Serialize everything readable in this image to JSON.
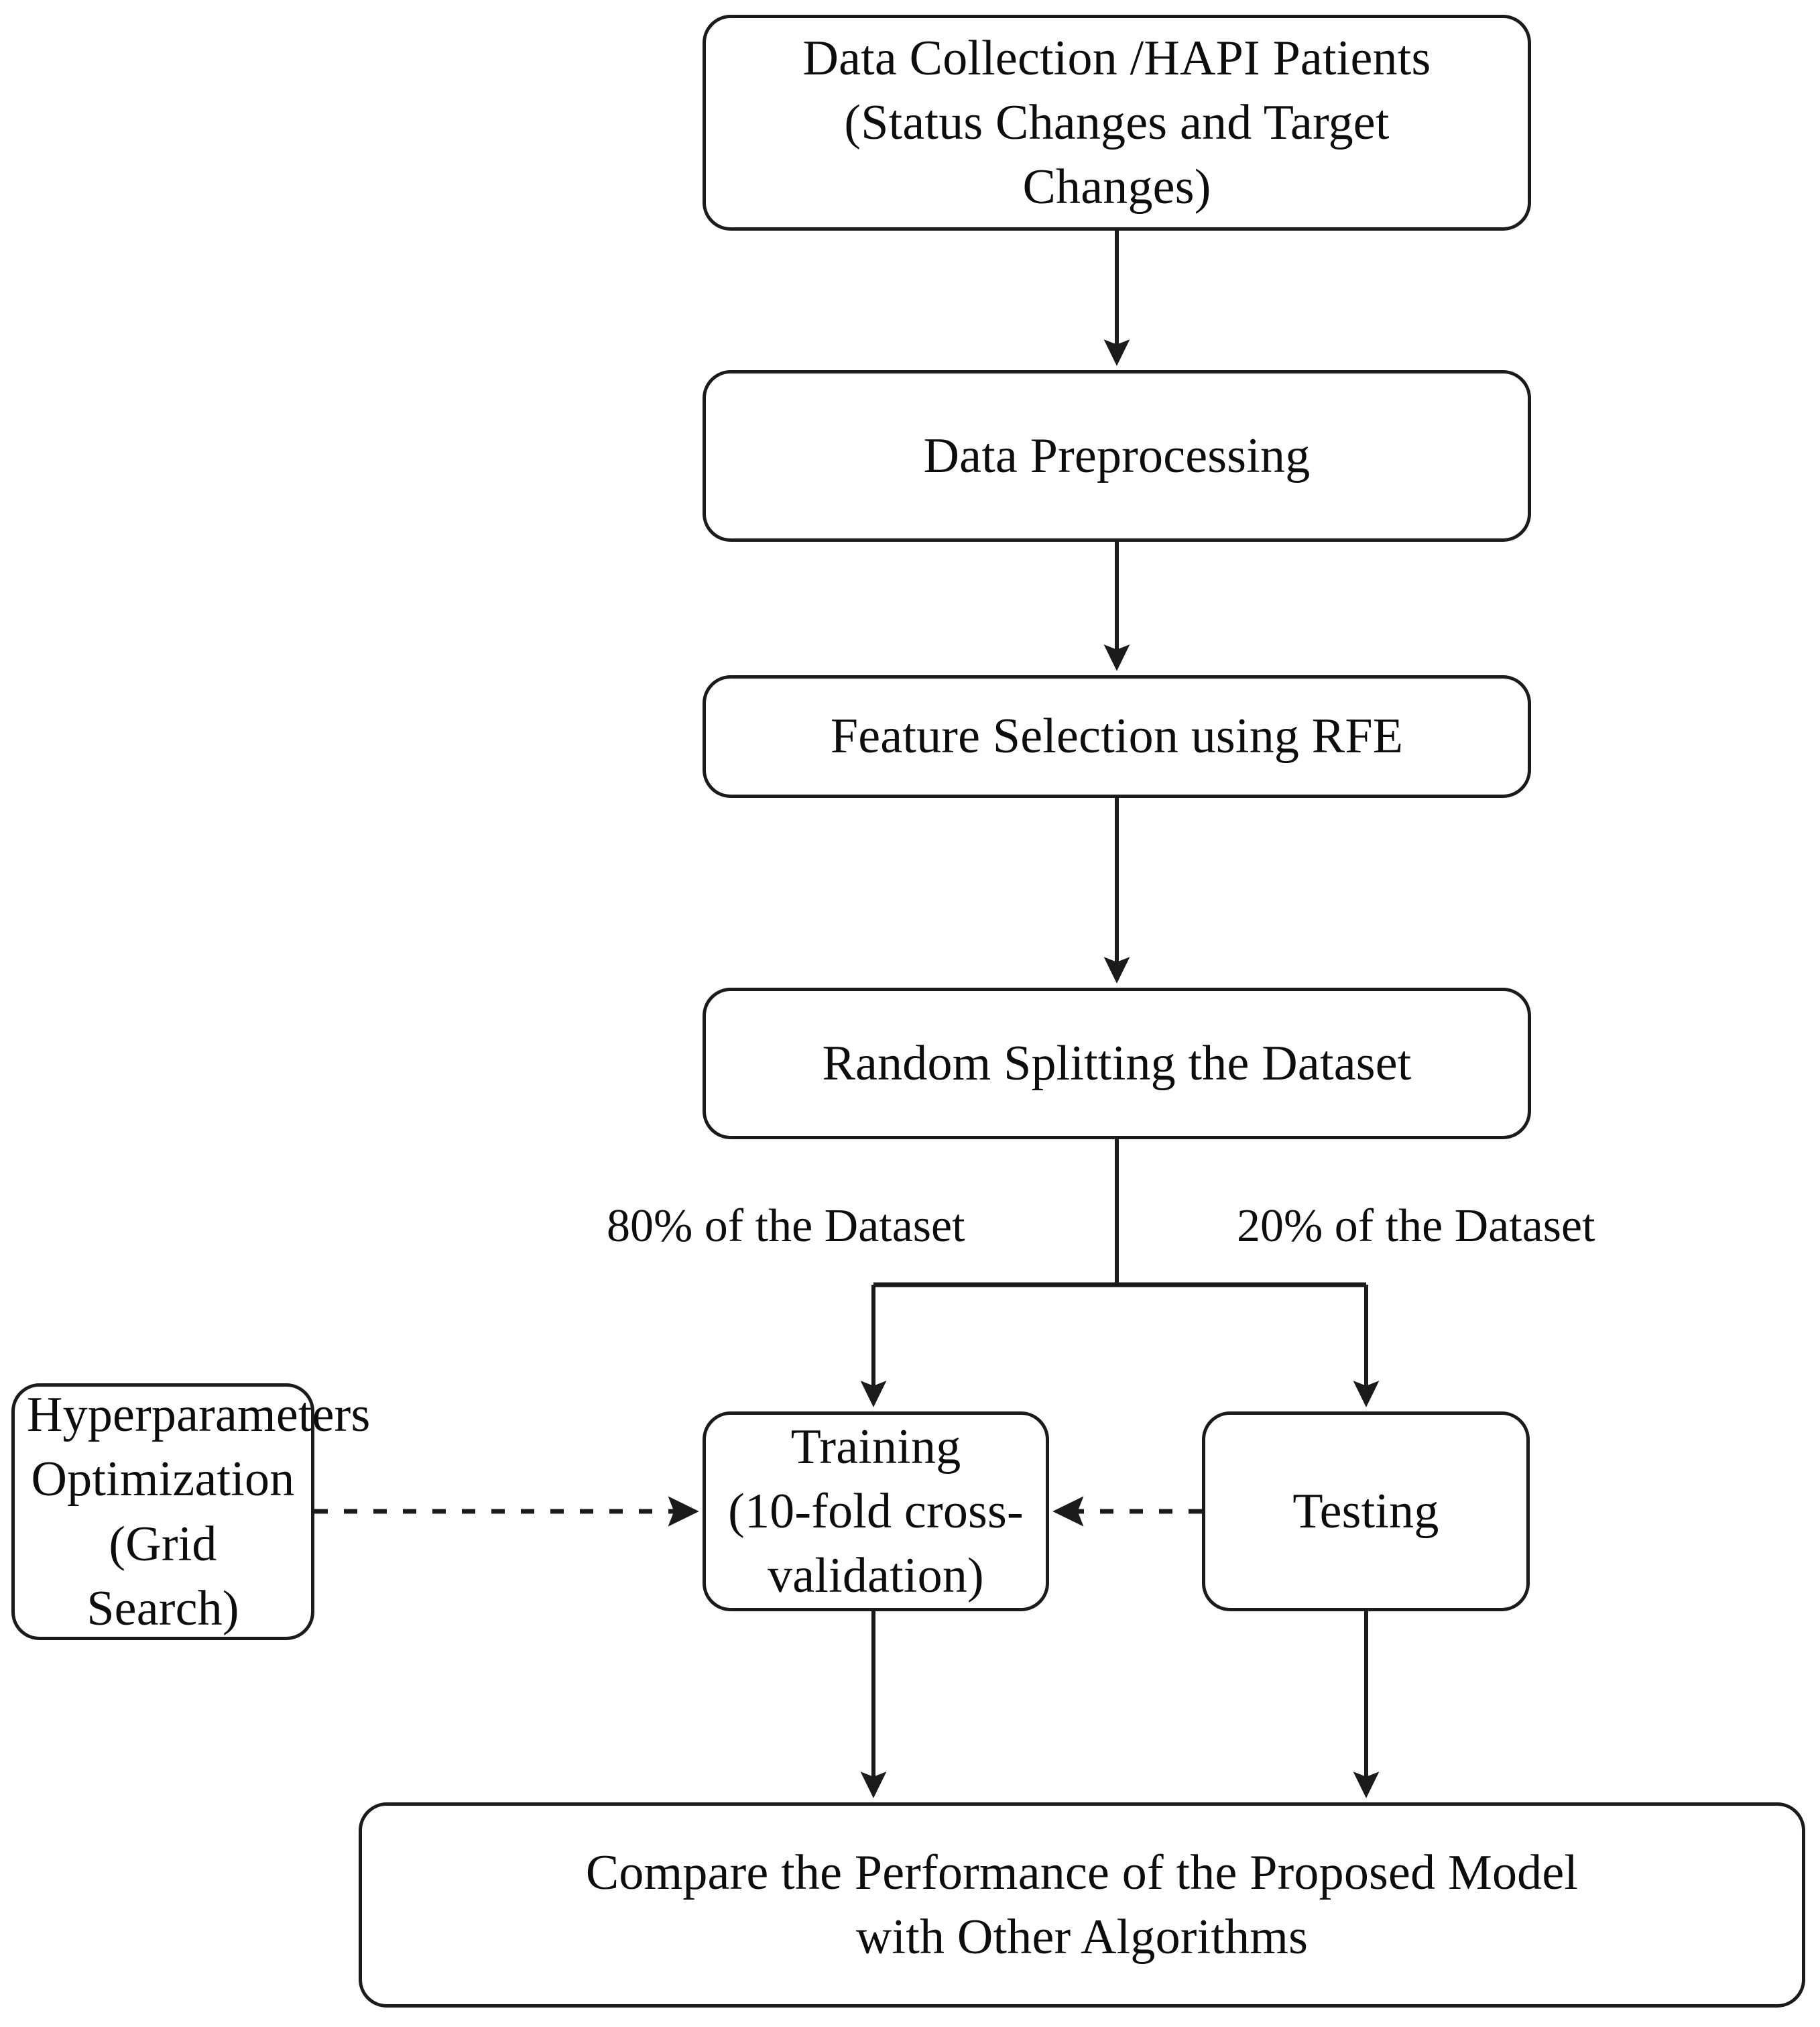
{
  "diagram": {
    "title": "Machine Learning Pipeline Flowchart for HAPI Patient Data",
    "type": "flowchart",
    "background_color": "#ffffff",
    "line_color": "#1b1b1b",
    "text_color": "#0d0d0d",
    "nodes": [
      {
        "id": "data-collection",
        "label": "Data Collection /HAPI Patients\n(Status Changes and Target\nChanges)",
        "shape": "rounded-rectangle"
      },
      {
        "id": "preprocessing",
        "label": "Data Preprocessing",
        "shape": "rounded-rectangle"
      },
      {
        "id": "feature-selection",
        "label": "Feature Selection using RFE",
        "shape": "rounded-rectangle"
      },
      {
        "id": "random-split",
        "label": "Random Splitting the Dataset",
        "shape": "rounded-rectangle"
      },
      {
        "id": "hyperparameters",
        "label": "Hyperparameters\nOptimization\n(Grid Search)",
        "shape": "rounded-rectangle"
      },
      {
        "id": "training",
        "label": "Training\n(10-fold cross-\nvalidation)",
        "shape": "rounded-rectangle"
      },
      {
        "id": "testing",
        "label": "Testing",
        "shape": "rounded-rectangle"
      },
      {
        "id": "compare",
        "label": "Compare the Performance of the Proposed Model\nwith Other Algorithms",
        "shape": "rounded-rectangle"
      }
    ],
    "edge_labels": {
      "train_split": "80% of the Dataset",
      "test_split": "20% of the Dataset"
    },
    "edges": [
      {
        "from": "data-collection",
        "to": "preprocessing",
        "style": "solid",
        "arrow": "end"
      },
      {
        "from": "preprocessing",
        "to": "feature-selection",
        "style": "solid",
        "arrow": "end"
      },
      {
        "from": "feature-selection",
        "to": "random-split",
        "style": "solid",
        "arrow": "end"
      },
      {
        "from": "random-split",
        "to": "training",
        "style": "solid",
        "arrow": "end",
        "label": "80% of the Dataset"
      },
      {
        "from": "random-split",
        "to": "testing",
        "style": "solid",
        "arrow": "end",
        "label": "20% of the Dataset"
      },
      {
        "from": "hyperparameters",
        "to": "training",
        "style": "dashed",
        "arrow": "end"
      },
      {
        "from": "testing",
        "to": "training",
        "style": "dashed",
        "arrow": "end"
      },
      {
        "from": "training",
        "to": "compare",
        "style": "solid",
        "arrow": "end"
      },
      {
        "from": "testing",
        "to": "compare",
        "style": "solid",
        "arrow": "end"
      }
    ]
  }
}
